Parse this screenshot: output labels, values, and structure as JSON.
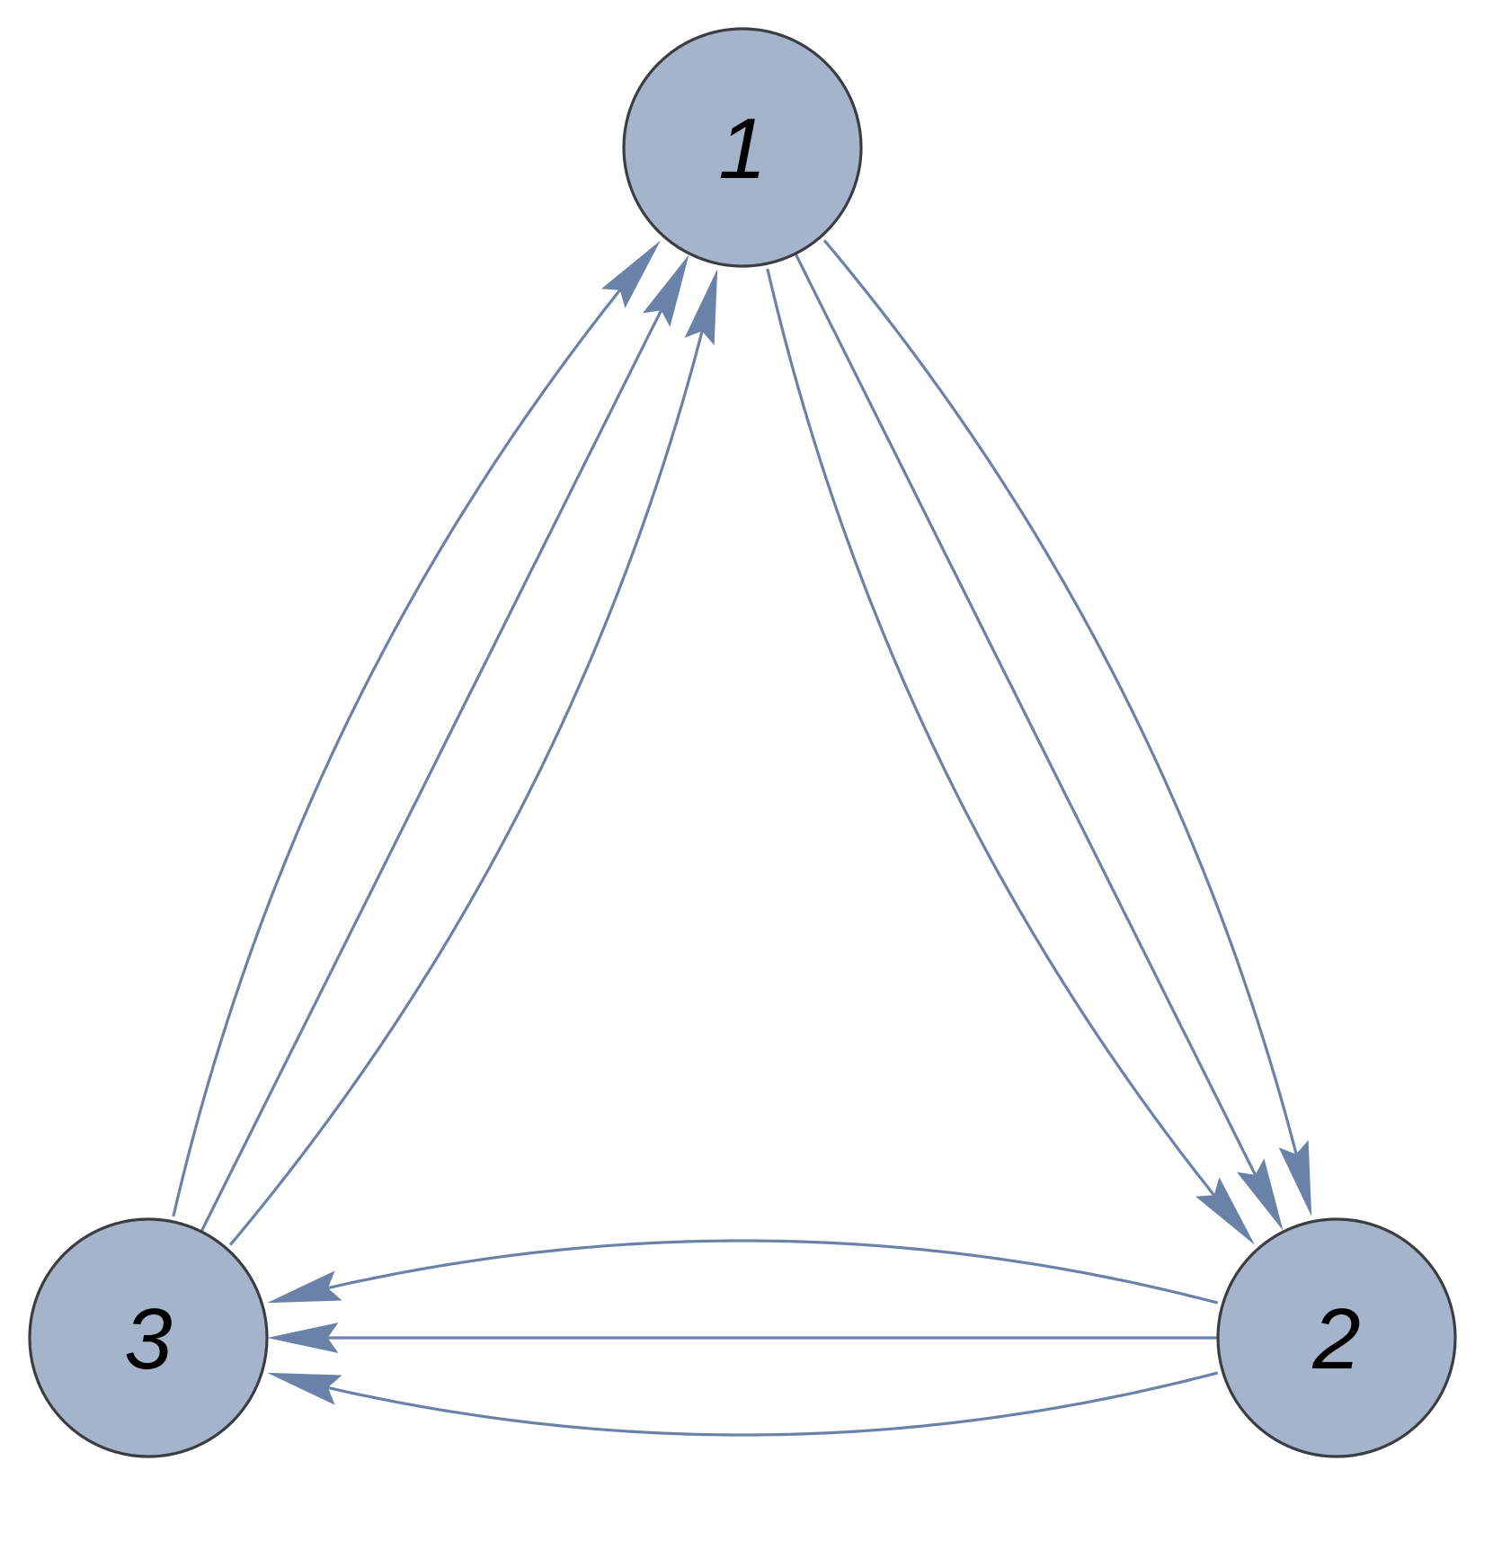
{
  "colors": {
    "node_fill": "#a5b4cb",
    "node_stroke": "#3a3d42",
    "edge": "#6a82a8",
    "background": "#ffffff"
  },
  "nodes": [
    {
      "id": "1",
      "label": "1"
    },
    {
      "id": "2",
      "label": "2"
    },
    {
      "id": "3",
      "label": "3"
    }
  ],
  "edges": [
    {
      "from": "1",
      "to": "2",
      "bend": 1
    },
    {
      "from": "1",
      "to": "2",
      "bend": 0
    },
    {
      "from": "1",
      "to": "2",
      "bend": -1
    },
    {
      "from": "2",
      "to": "3",
      "bend": 1
    },
    {
      "from": "2",
      "to": "3",
      "bend": 0
    },
    {
      "from": "2",
      "to": "3",
      "bend": -1
    },
    {
      "from": "3",
      "to": "1",
      "bend": 1
    },
    {
      "from": "3",
      "to": "1",
      "bend": 0
    },
    {
      "from": "3",
      "to": "1",
      "bend": -1
    }
  ]
}
